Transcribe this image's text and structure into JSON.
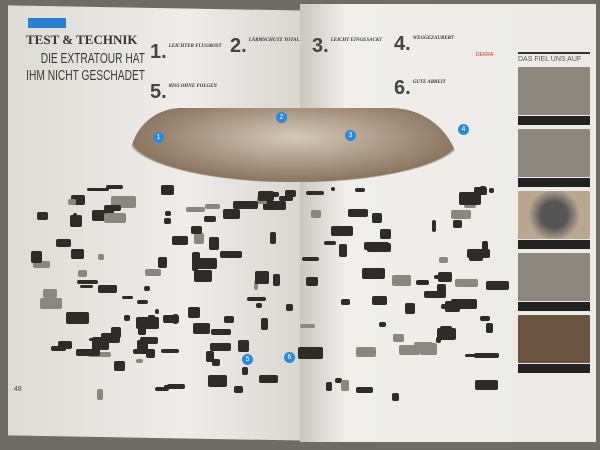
{
  "header": {
    "section": "TEST & TECHNIK",
    "headline": "DIE EXTRATOUR HAT IHM NICHT GESCHADET"
  },
  "items": [
    {
      "num": "1.",
      "title": "LEICHTER FLUGROST"
    },
    {
      "num": "2.",
      "title": "LÄRMSCHUTZ TOTAL"
    },
    {
      "num": "3.",
      "title": "LEICHT EINGESACKT"
    },
    {
      "num": "4.",
      "title": "WEGGEZAUBERT"
    },
    {
      "num": "5.",
      "title": "RISS OHNE FOLGEN"
    },
    {
      "num": "6.",
      "title": "GUTE ARBEIT"
    }
  ],
  "badges": [
    "1",
    "2",
    "3",
    "4",
    "5",
    "6"
  ],
  "sidebar": {
    "title": "DAS FIEL UNS AUF",
    "partner": "DEKRA"
  },
  "footer": {
    "page_left": "48"
  },
  "colors": {
    "accent": "#2b7fd0"
  }
}
